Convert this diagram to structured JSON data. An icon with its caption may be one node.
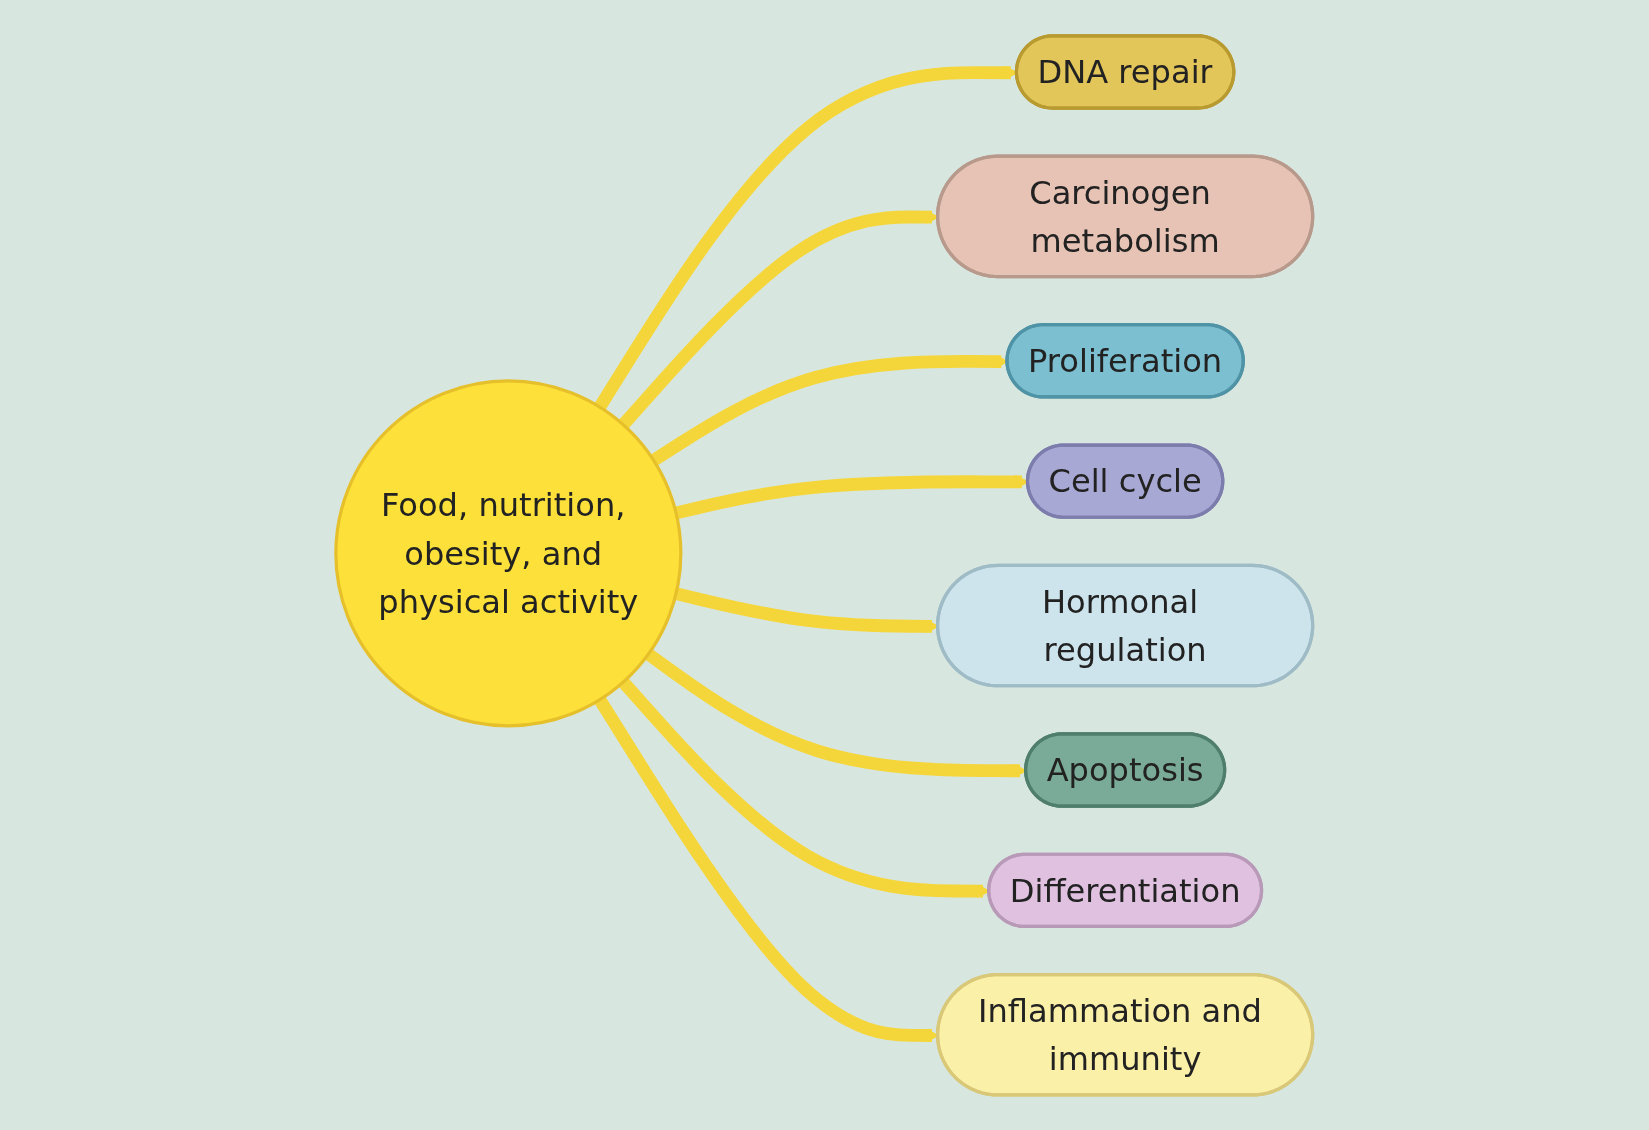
{
  "diagram": {
    "nodes": [
      {
        "text": [
          "Food, nutrition, obesity, and physical activity"
        ]
      },
      {
        "text": [
          "DNA repair"
        ]
      },
      {
        "text": [
          "Carcinogen metabolism"
        ]
      },
      {
        "text": [
          "Proliferation"
        ]
      },
      {
        "text": [
          "Cell cycle"
        ]
      },
      {
        "text": [
          "Hormonal regulation"
        ]
      },
      {
        "text": [
          "Apoptosis"
        ]
      },
      {
        "text": [
          "Differentiation"
        ]
      },
      {
        "text": [
          "Inflammation and immunity"
        ]
      }
    ],
    "edges": [
      {
        "from": 0,
        "to": 1,
        "arrow": "to"
      },
      {
        "from": 0,
        "to": 2,
        "arrow": "to"
      },
      {
        "from": 0,
        "to": 3,
        "arrow": "to"
      },
      {
        "from": 0,
        "to": 4,
        "arrow": "to"
      },
      {
        "from": 0,
        "to": 5,
        "arrow": "to"
      },
      {
        "from": 0,
        "to": 6,
        "arrow": "to"
      },
      {
        "from": 0,
        "to": 7,
        "arrow": "to"
      },
      {
        "from": 0,
        "to": 8,
        "arrow": "to"
      }
    ]
  }
}
